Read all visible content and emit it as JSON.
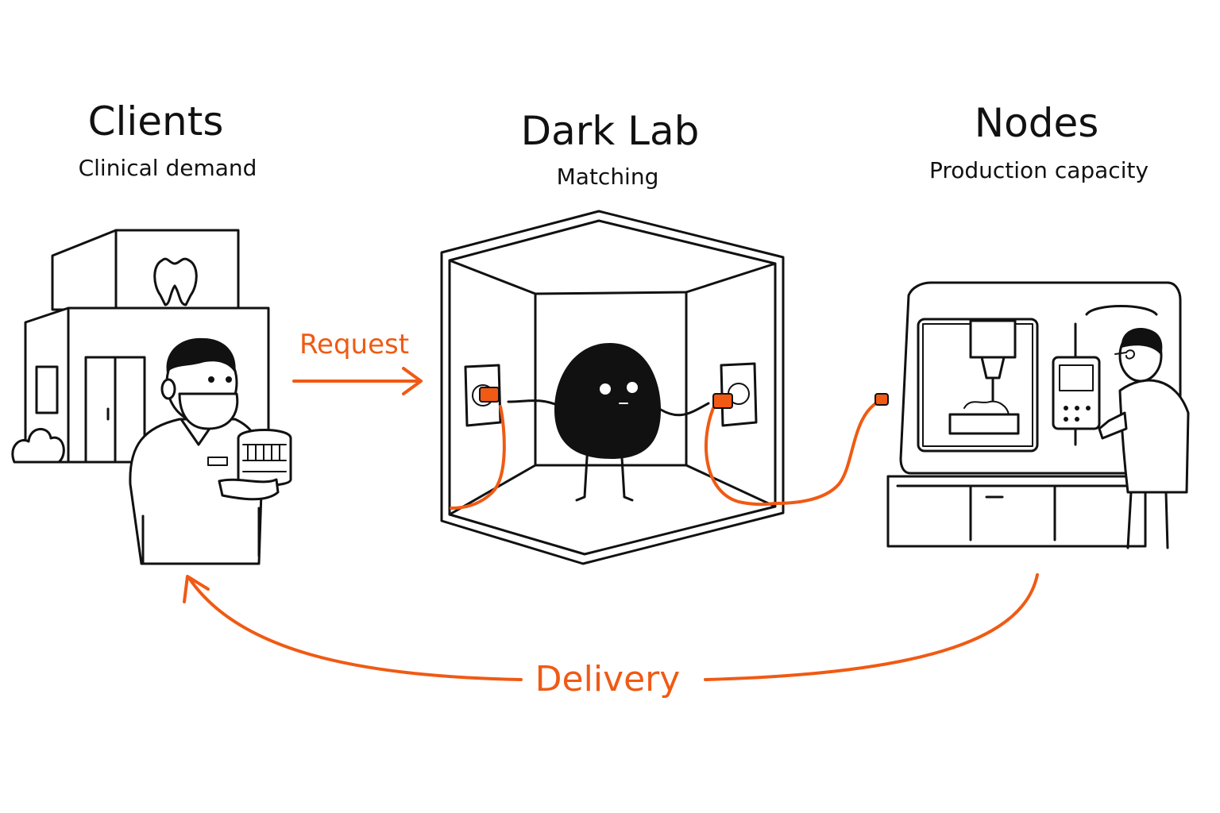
{
  "colors": {
    "ink": "#111111",
    "accent": "#f05a14",
    "background": "#ffffff"
  },
  "clients": {
    "title": "Clients",
    "subtitle": "Clinical demand"
  },
  "dark_lab": {
    "title": "Dark Lab",
    "subtitle": "Matching"
  },
  "nodes": {
    "title": "Nodes",
    "subtitle": "Production capacity"
  },
  "flows": {
    "request": "Request",
    "delivery": "Delivery"
  },
  "icons": {
    "clinic": "dental-clinic-icon",
    "tooth": "tooth-icon",
    "dentist": "dentist-icon",
    "denture": "denture-model-icon",
    "cube": "dark-lab-cube-icon",
    "mascot": "blob-mascot-icon",
    "machine": "milling-machine-icon",
    "technician": "technician-icon"
  }
}
